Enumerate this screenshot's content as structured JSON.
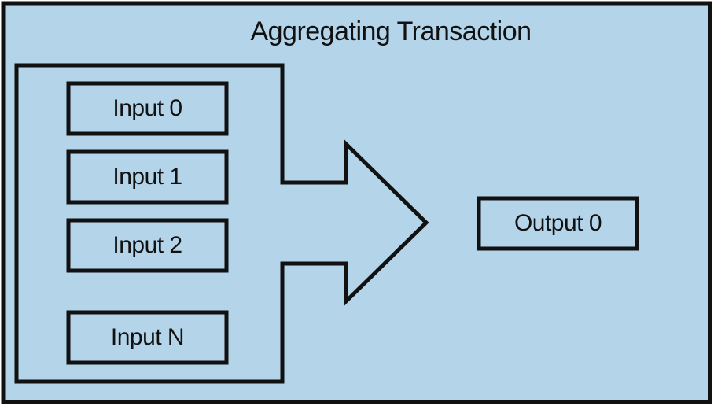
{
  "title": "Aggregating Transaction",
  "inputs": [
    {
      "label": "Input 0"
    },
    {
      "label": "Input 1"
    },
    {
      "label": "Input 2"
    },
    {
      "label": "Input N"
    }
  ],
  "output": {
    "label": "Output 0"
  },
  "colors": {
    "background": "#b3d4e9",
    "stroke": "#111111",
    "box_fill": "#b3d4e9"
  }
}
